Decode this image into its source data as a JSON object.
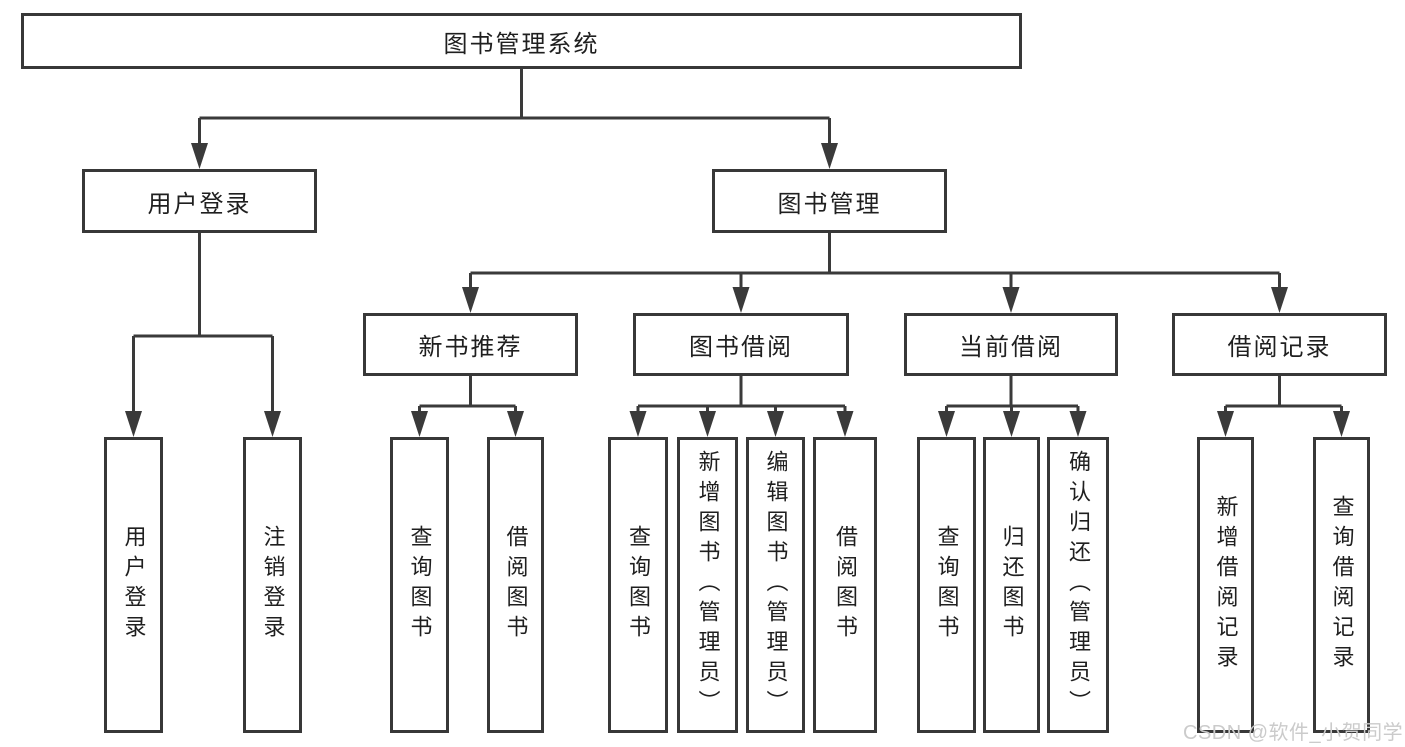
{
  "diagram": {
    "root": {
      "label": "图书管理系统"
    },
    "branches": [
      {
        "label": "用户登录",
        "children": [
          "用户登录",
          "注销登录"
        ]
      },
      {
        "label": "图书管理",
        "children": [
          {
            "label": "新书推荐",
            "children": [
              "查询图书",
              "借阅图书"
            ]
          },
          {
            "label": "图书借阅",
            "children": [
              "查询图书",
              "新增图书（管理员）",
              "编辑图书（管理员）",
              "借阅图书"
            ]
          },
          {
            "label": "当前借阅",
            "children": [
              "查询图书",
              "归还图书",
              "确认归还（管理员）"
            ]
          },
          {
            "label": "借阅记录",
            "children": [
              "新增借阅记录",
              "查询借阅记录"
            ]
          }
        ]
      }
    ],
    "watermark": "CSDN @软件_小贺同学",
    "colors": {
      "line": "#3a3a3a",
      "border": "#383838",
      "text": "#1f1f1f",
      "watermark": "#cbcbcb",
      "background": "#ffffff"
    }
  }
}
